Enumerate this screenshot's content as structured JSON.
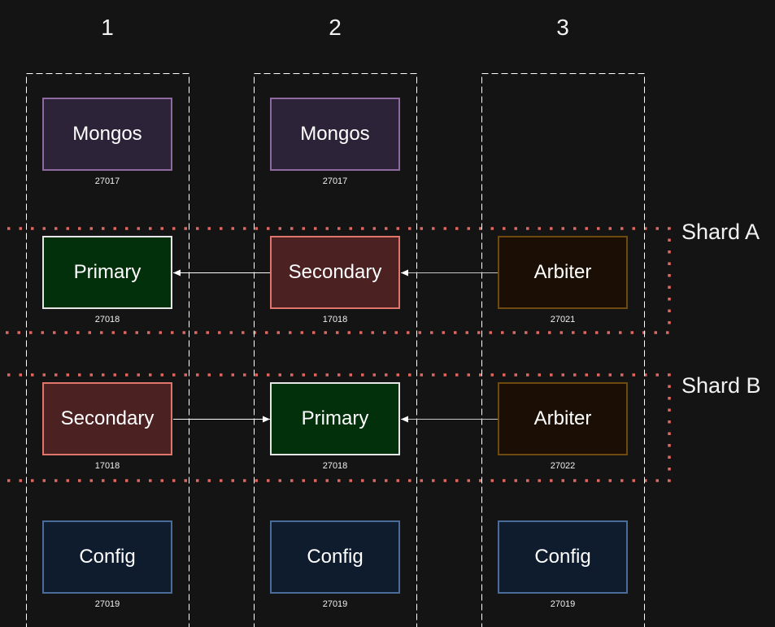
{
  "columns": [
    "1",
    "2",
    "3"
  ],
  "shards": [
    {
      "label": "Shard A"
    },
    {
      "label": "Shard B"
    }
  ],
  "nodes": {
    "mongos_1": {
      "label": "Mongos",
      "port": "27017",
      "role": "mongos"
    },
    "mongos_2": {
      "label": "Mongos",
      "port": "27017",
      "role": "mongos"
    },
    "a_primary": {
      "label": "Primary",
      "port": "27018",
      "role": "primary"
    },
    "a_secondary": {
      "label": "Secondary",
      "port": "17018",
      "role": "secondary"
    },
    "a_arbiter": {
      "label": "Arbiter",
      "port": "27021",
      "role": "arbiter"
    },
    "b_secondary": {
      "label": "Secondary",
      "port": "17018",
      "role": "secondary"
    },
    "b_primary": {
      "label": "Primary",
      "port": "27018",
      "role": "primary"
    },
    "b_arbiter": {
      "label": "Arbiter",
      "port": "27022",
      "role": "arbiter"
    },
    "config_1": {
      "label": "Config",
      "port": "27019",
      "role": "config"
    },
    "config_2": {
      "label": "Config",
      "port": "27019",
      "role": "config"
    },
    "config_3": {
      "label": "Config",
      "port": "27019",
      "role": "config"
    }
  },
  "edges": [
    {
      "from": "a_secondary",
      "to": "a_primary"
    },
    {
      "from": "a_arbiter",
      "to": "a_secondary"
    },
    {
      "from": "b_secondary",
      "to": "b_primary"
    },
    {
      "from": "b_arbiter",
      "to": "b_primary"
    }
  ],
  "colors": {
    "background": "#141414",
    "shard_border": "#e0665e",
    "column_border": "#ffffff",
    "mongos": "#2d2338",
    "primary": "#02300a",
    "secondary": "#4c2121",
    "arbiter": "#1b0e04",
    "config": "#0e1c2e"
  }
}
